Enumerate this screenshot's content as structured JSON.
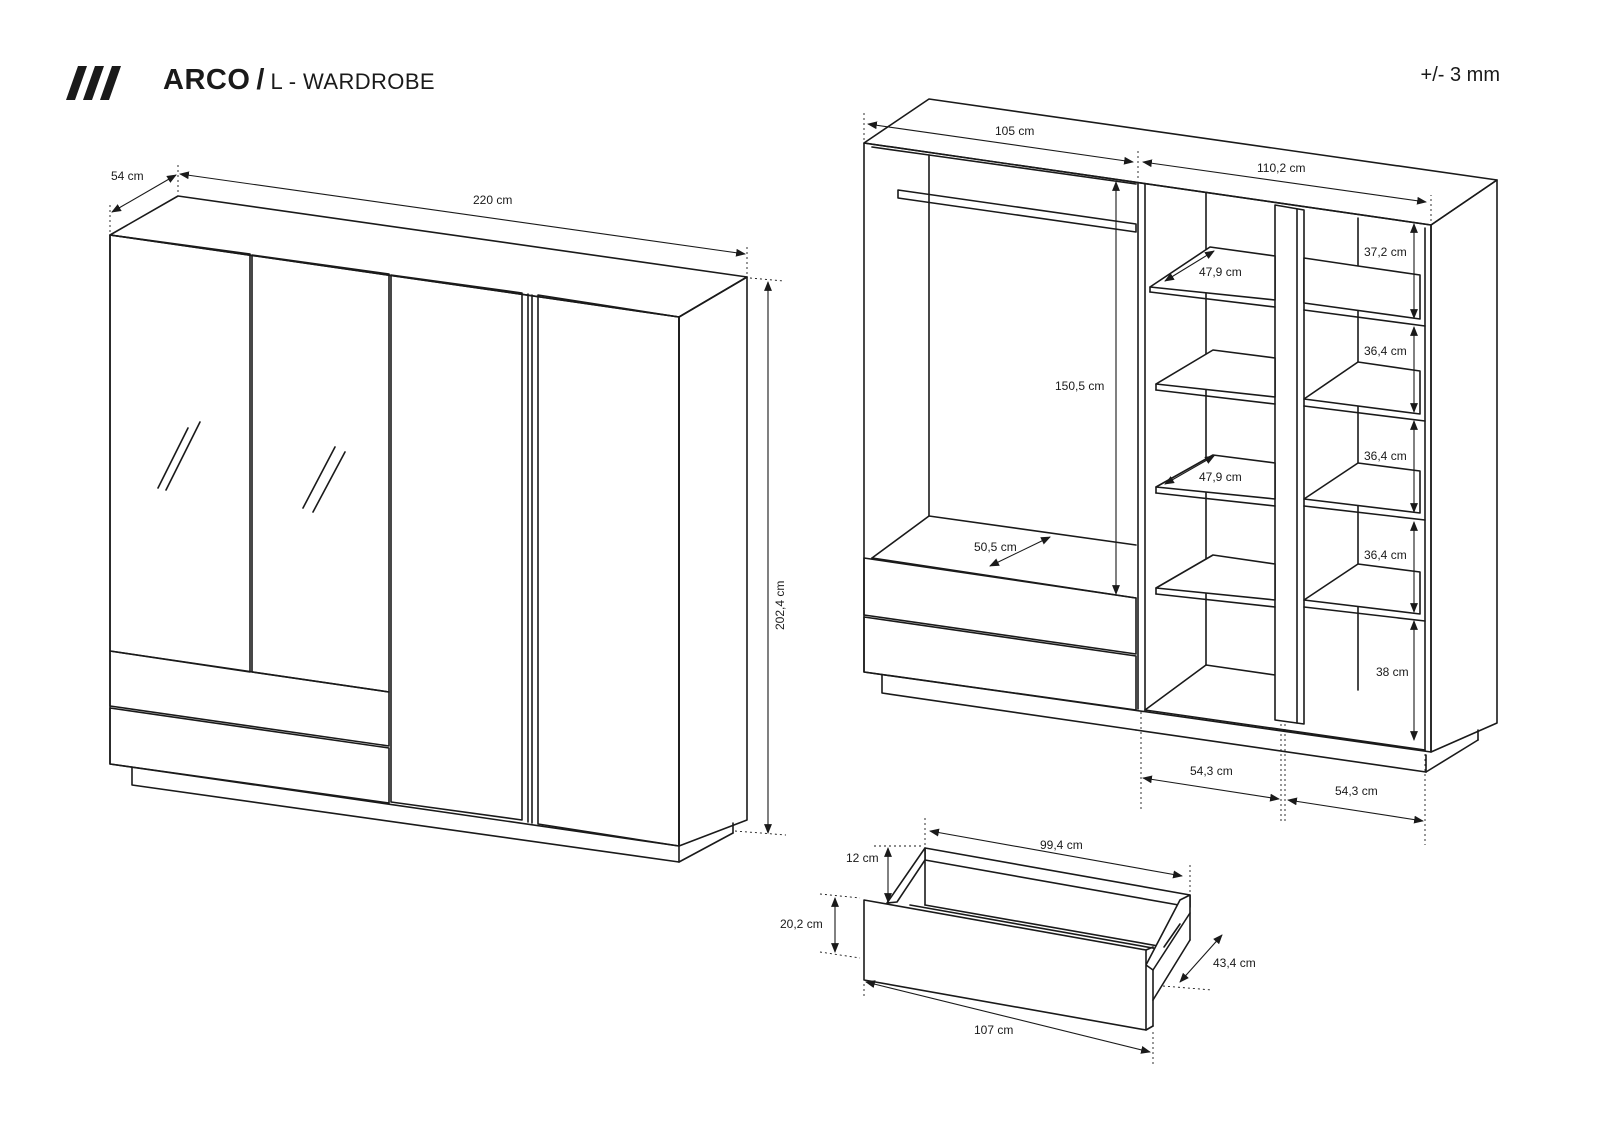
{
  "header": {
    "brand": "ARCO",
    "separator": "/",
    "product": "L - WARDROBE",
    "tolerance": "+/- 3 mm",
    "logo_icon": "triple-slash-logo-icon"
  },
  "exterior_view": {
    "depth": "54 cm",
    "width": "220 cm",
    "height": "202,4 cm"
  },
  "interior_view": {
    "left_section_width": "105 cm",
    "right_section_width": "110,2 cm",
    "hanging_height": "150,5 cm",
    "shelf_depth_top": "47,9 cm",
    "shelf_depth_mid": "47,9 cm",
    "bottom_depth": "50,5 cm",
    "shelf_gap_1": "37,2 cm",
    "shelf_gap_2": "36,4 cm",
    "shelf_gap_3": "36,4 cm",
    "shelf_gap_4": "36,4 cm",
    "shelf_gap_5": "38 cm",
    "bay_width_left": "54,3 cm",
    "bay_width_right": "54,3 cm"
  },
  "drawer_view": {
    "inner_width": "99,4 cm",
    "side_height": "12 cm",
    "front_height": "20,2 cm",
    "depth": "43,4 cm",
    "front_width": "107 cm"
  }
}
